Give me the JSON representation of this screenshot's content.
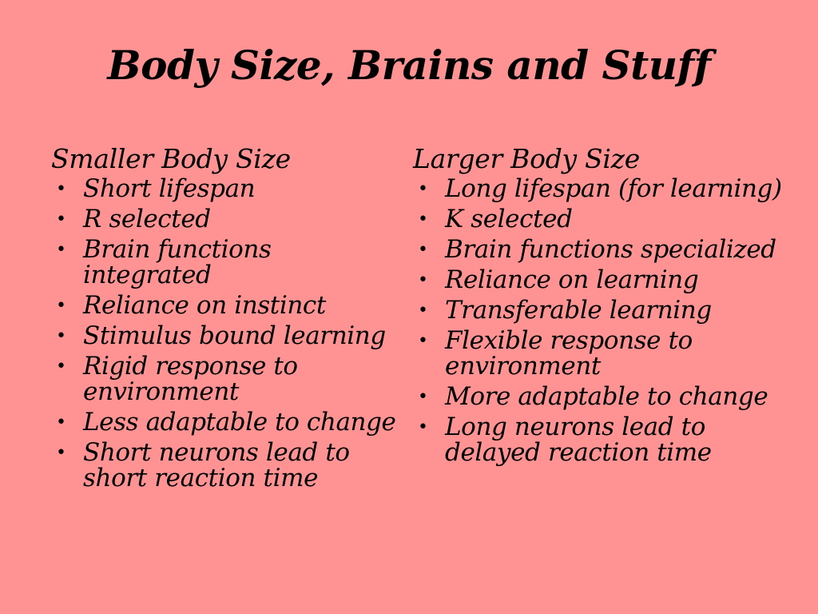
{
  "slide": {
    "title": "Body Size, Brains and Stuff",
    "left_column": {
      "heading": "Smaller Body Size",
      "items": [
        "Short lifespan",
        "R selected",
        "Brain functions integrated",
        "Reliance on instinct",
        "Stimulus bound learning",
        "Rigid response to environment",
        "Less adaptable to change",
        "Short neurons lead to short reaction time"
      ]
    },
    "right_column": {
      "heading": "Larger Body Size",
      "items": [
        "Long lifespan (for learning)",
        "K selected",
        "Brain functions specialized",
        "Reliance on learning",
        "Transferable learning",
        "Flexible response to environment",
        "More adaptable to change",
        "Long neurons lead to delayed reaction time"
      ]
    },
    "bullet_glyph": "•",
    "colors": {
      "background": "#ff9393",
      "text": "#000000"
    }
  }
}
